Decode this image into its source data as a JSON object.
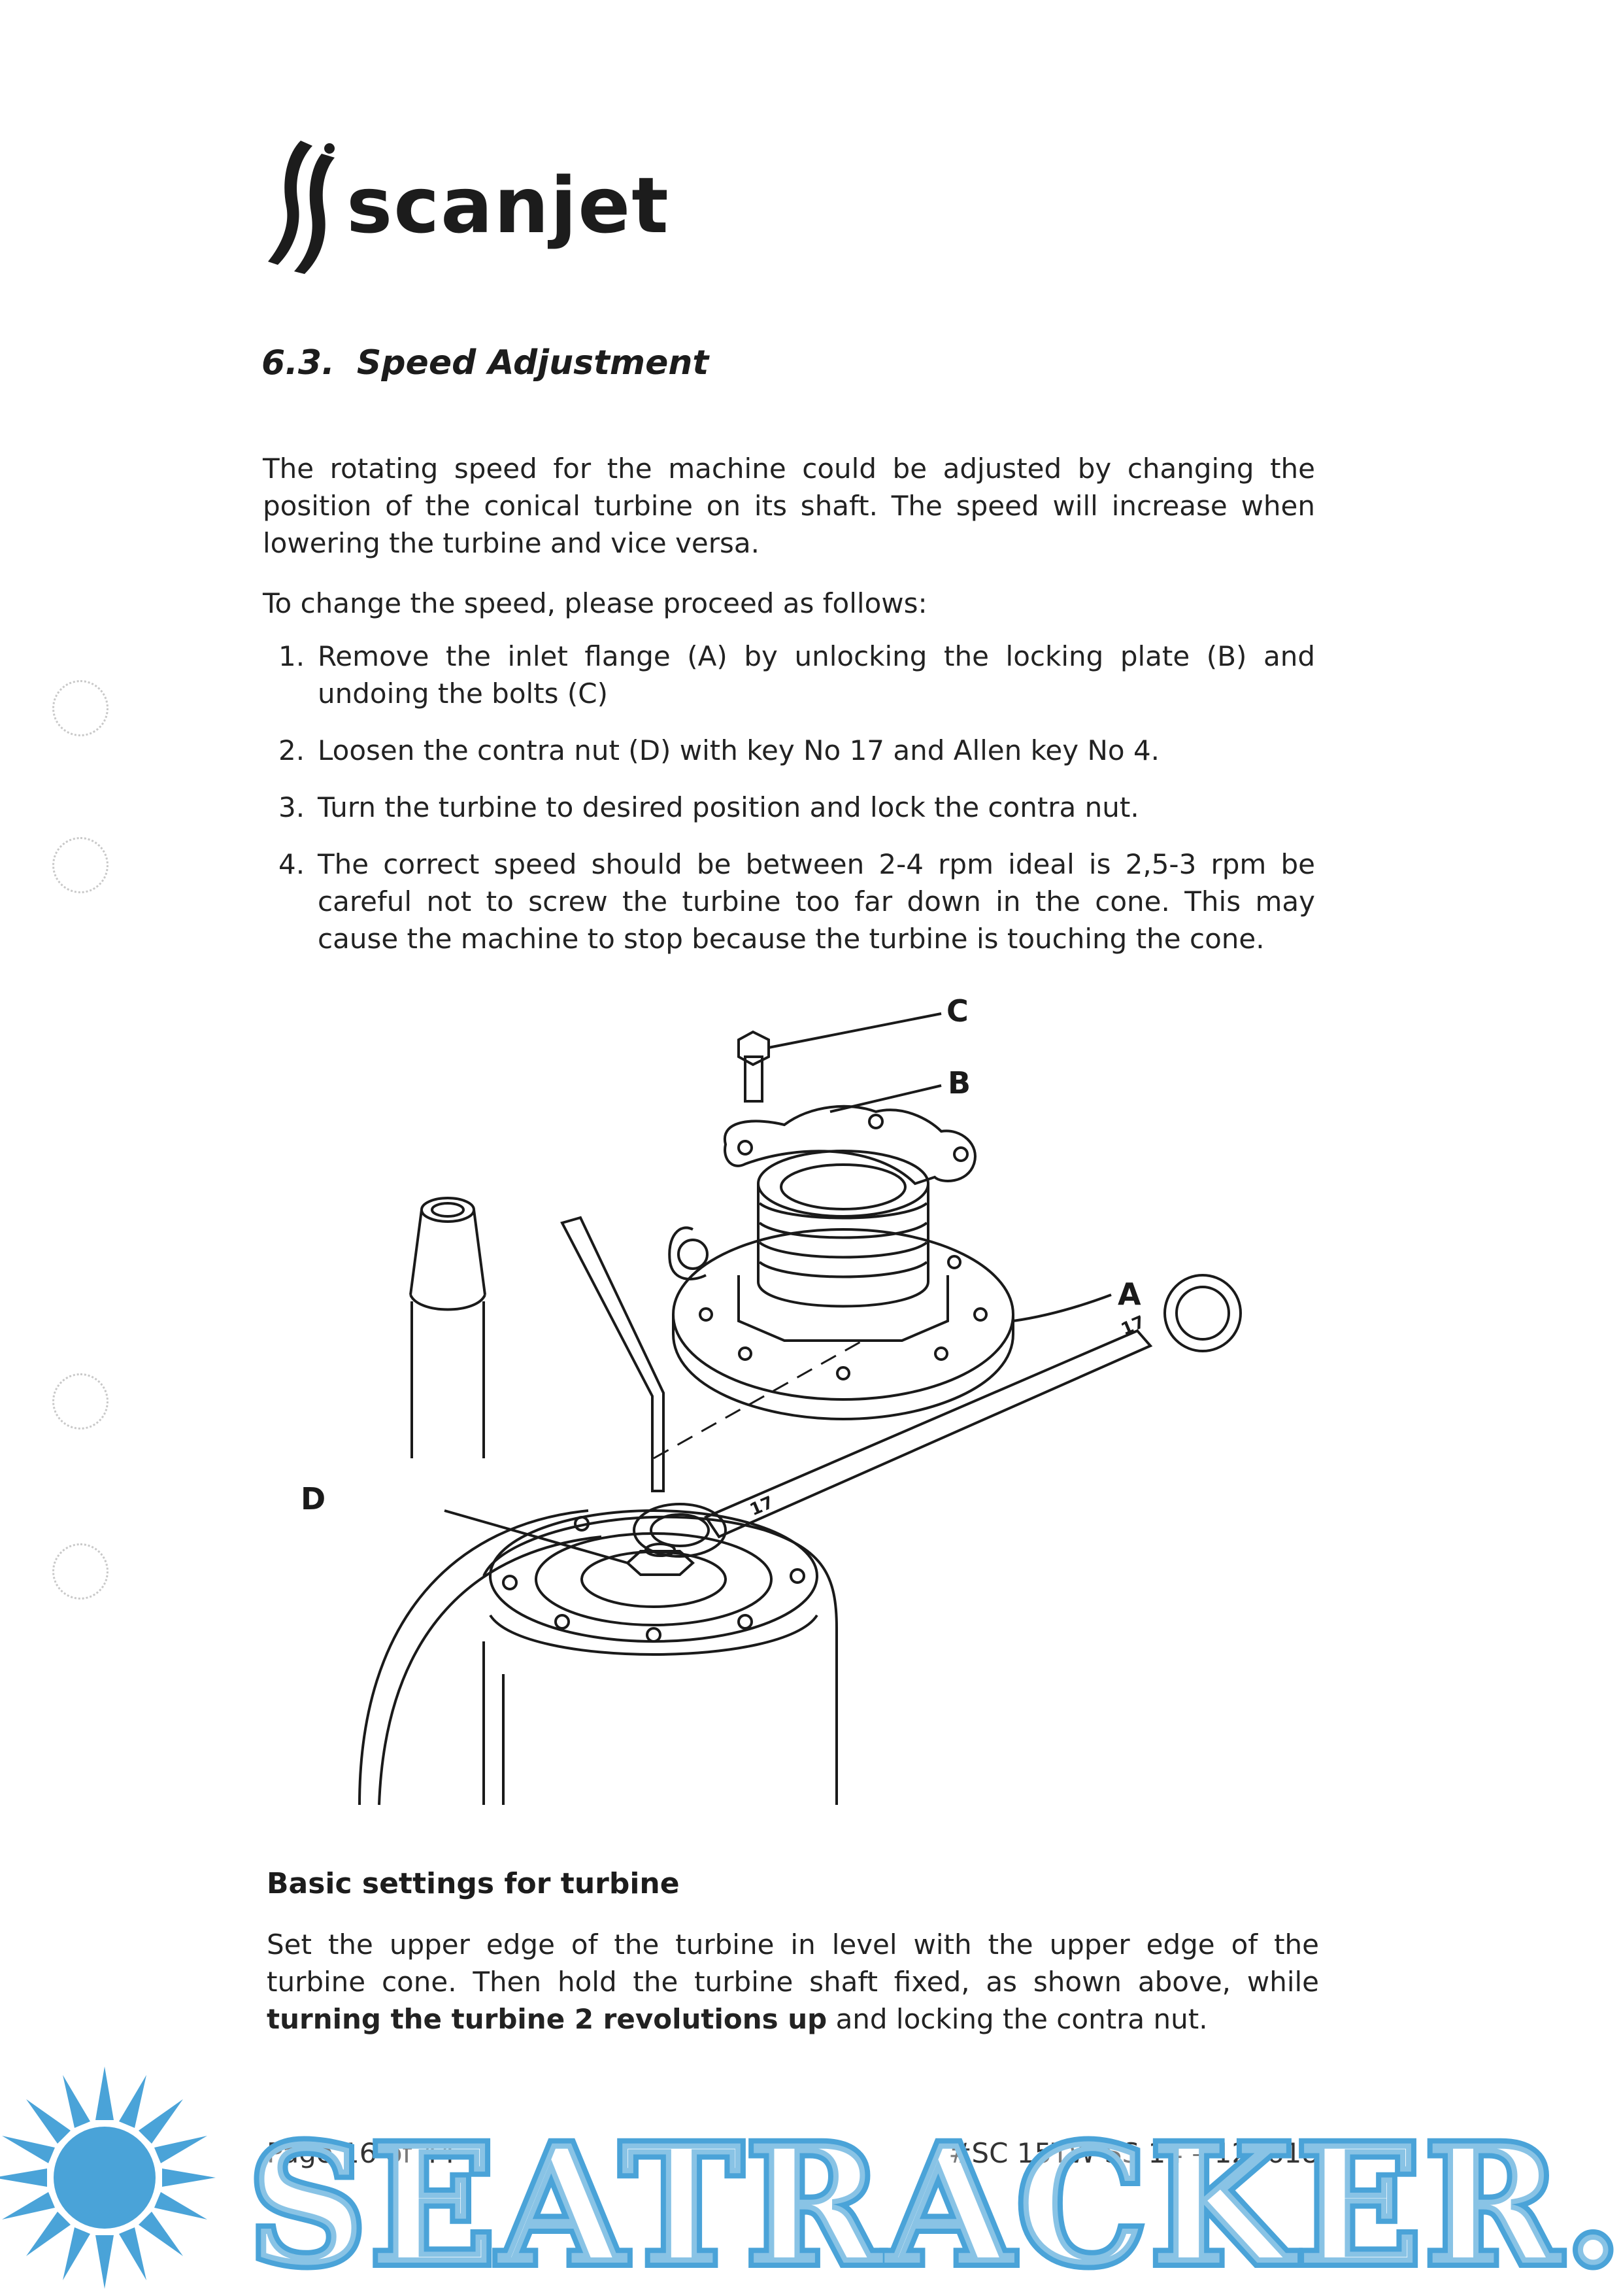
{
  "header": {
    "logo_text": "scanjet"
  },
  "section": {
    "number": "6.3.",
    "title": "Speed Adjustment"
  },
  "intro": "The rotating speed for the machine could be adjusted by changing the position of the conical turbine on its shaft. The speed will increase when lowering the turbine and vice versa.",
  "lead": "To change the speed, please proceed as follows:",
  "steps": [
    {
      "num": "1.",
      "text": "Remove the inlet flange (A) by unlocking the locking plate (B) and undoing the bolts (C)"
    },
    {
      "num": "2.",
      "text": "Loosen the contra nut (D) with key No 17 and Allen key No 4."
    },
    {
      "num": "3.",
      "text": "Turn the turbine to desired position and lock the contra nut."
    },
    {
      "num": "4.",
      "text": "The correct speed should be between 2-4 rpm ideal is 2,5-3 rpm be careful not to screw the turbine too far down in the cone. This may cause the machine to stop because the turbine is touching the cone."
    }
  ],
  "figure": {
    "callouts": {
      "a": "A",
      "b": "B",
      "c": "C",
      "d": "D"
    },
    "wrench_size": "17"
  },
  "basic": {
    "heading": "Basic settings for turbine",
    "text_before": "Set the upper edge of the turbine in level with the upper edge of the turbine cone. Then hold the turbine shaft fixed, as shown above, while ",
    "text_bold": "turning the turbine 2 revolutions up",
    "text_after": " and locking the contra nut."
  },
  "footer": {
    "page": "Page 16 of 44",
    "doc_ref": "#SC 15TW-SS 14 – 120618"
  },
  "watermark": {
    "text": "SEATRACKER.RU",
    "color": "#4aa3d8"
  }
}
